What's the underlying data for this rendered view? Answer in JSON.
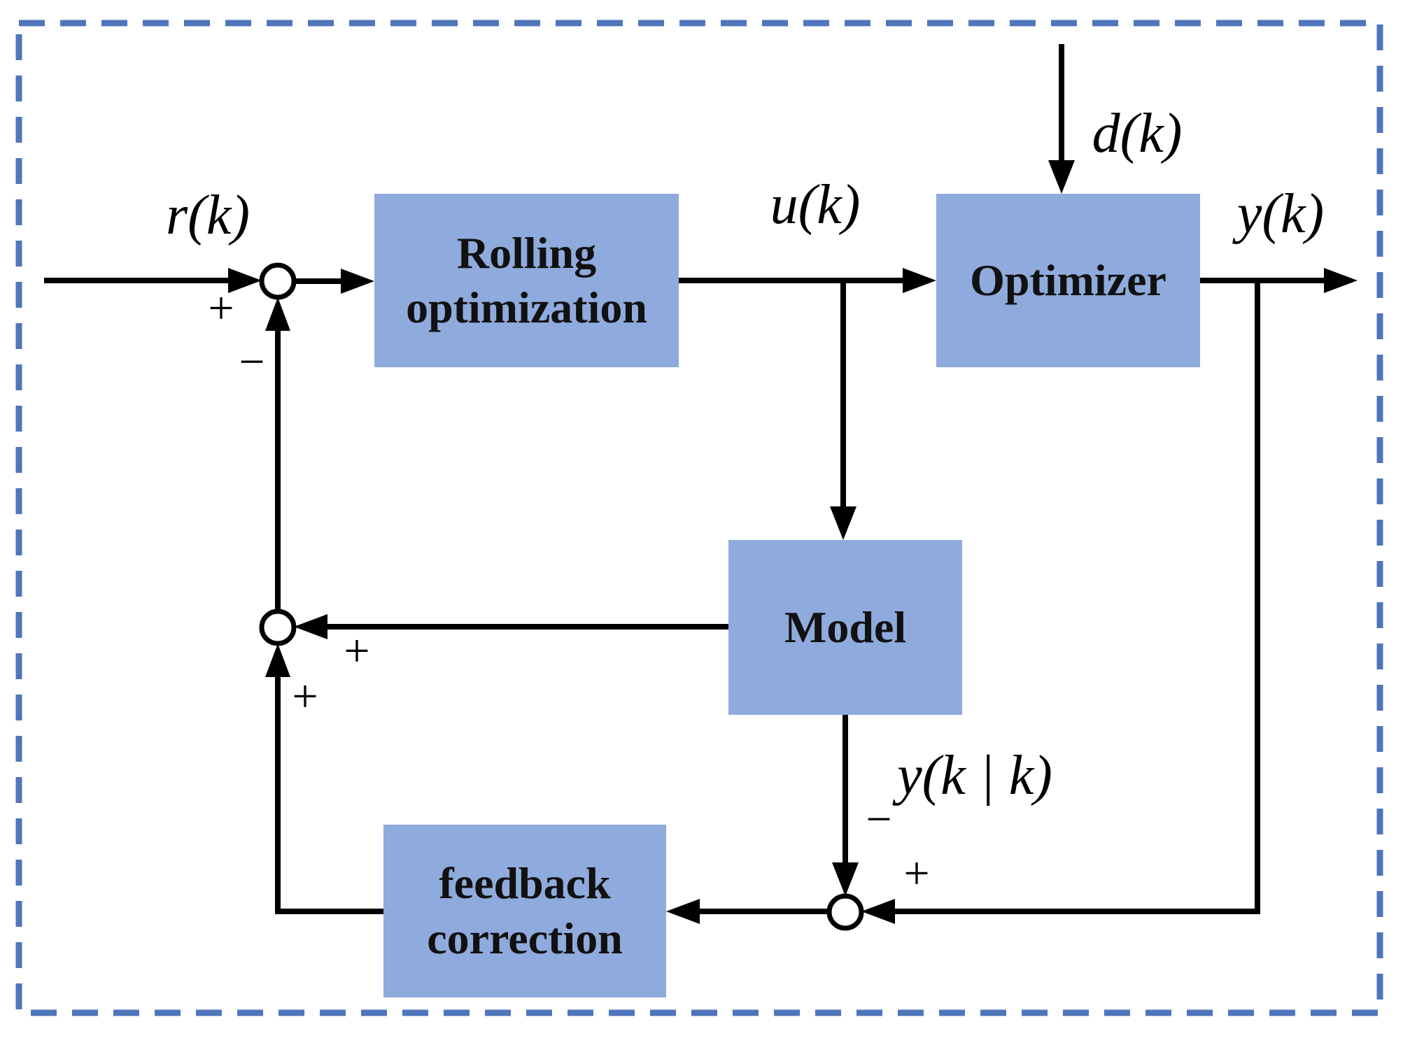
{
  "figure": {
    "type": "block-diagram",
    "description": "Model predictive control structure diagram",
    "colors": {
      "background": "#ffffff",
      "block_fill": "#8faadc",
      "dashed_border": "#4f75bb",
      "line": "#000000"
    }
  },
  "blocks": {
    "rolling_optimization": {
      "lines": [
        "Rolling",
        "optimization"
      ]
    },
    "optimizer": {
      "lines": [
        "Optimizer"
      ]
    },
    "model": {
      "lines": [
        "Model"
      ]
    },
    "feedback_correction": {
      "lines": [
        "feedback",
        "correction"
      ]
    }
  },
  "labels": {
    "reference": "r(k)",
    "control_input": "u(k)",
    "disturbance": "d(k)",
    "output": "y(k)",
    "model_prediction": "y(k | k)"
  },
  "signs": {
    "sum1_reference_plus": "+",
    "sum1_feedback_minus": "−",
    "sum2_model_plus": "+",
    "sum2_correction_plus": "+",
    "sum3_prediction_minus": "−",
    "sum3_output_plus": "+"
  }
}
